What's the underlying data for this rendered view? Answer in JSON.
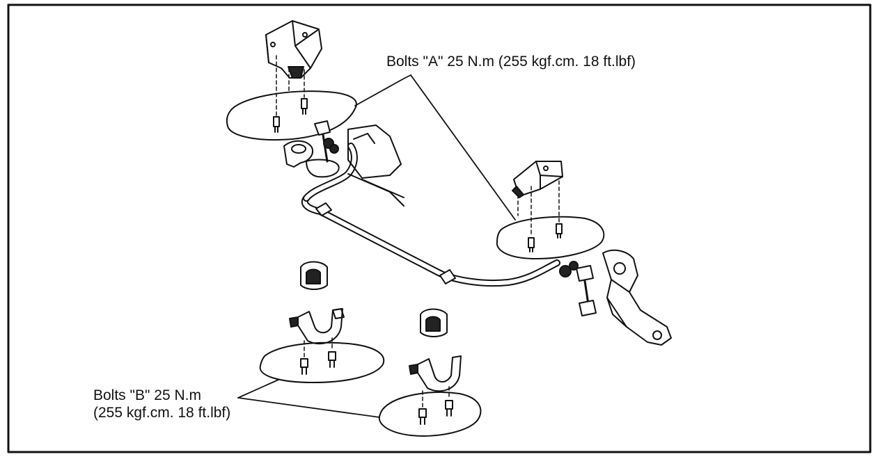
{
  "callouts": {
    "bolts_a": "Bolts \"A\" 25 N.m (255 kgf.cm. 18 ft.lbf)",
    "bolts_b_line1": "Bolts \"B\" 25 N.m",
    "bolts_b_line2": "(255 kgf.cm. 18 ft.lbf)"
  }
}
